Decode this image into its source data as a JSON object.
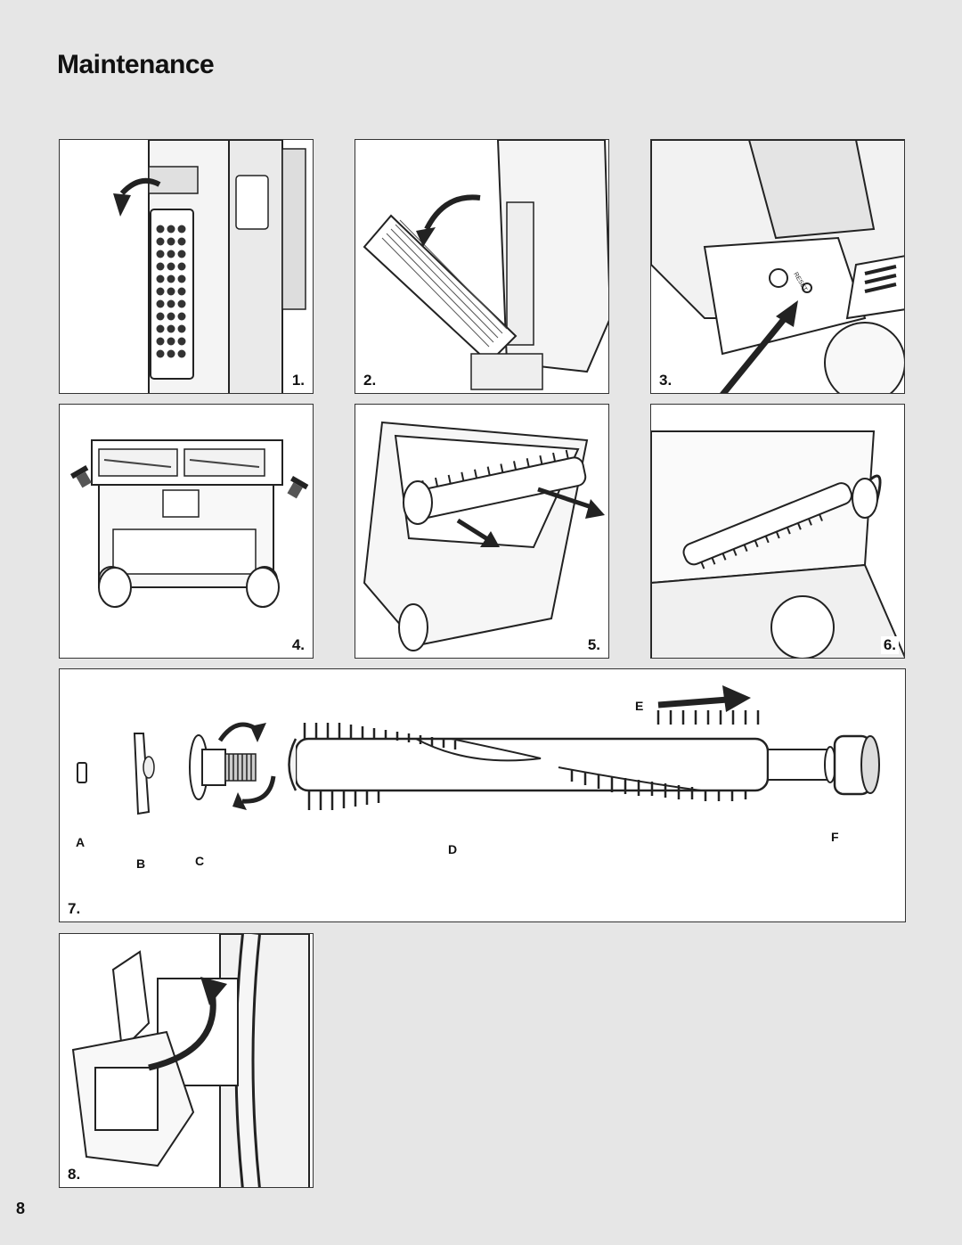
{
  "page": {
    "title": "Maintenance",
    "page_number": "8"
  },
  "steps": [
    {
      "label": "1."
    },
    {
      "label": "2."
    },
    {
      "label": "3."
    },
    {
      "label": "4."
    },
    {
      "label": "5."
    },
    {
      "label": "6."
    },
    {
      "label": "7."
    },
    {
      "label": "8."
    }
  ],
  "brushroll_parts": {
    "a": "A",
    "b": "B",
    "c": "C",
    "d": "D",
    "e": "E",
    "f": "F"
  },
  "figure_text": {
    "reset": "RESET"
  }
}
